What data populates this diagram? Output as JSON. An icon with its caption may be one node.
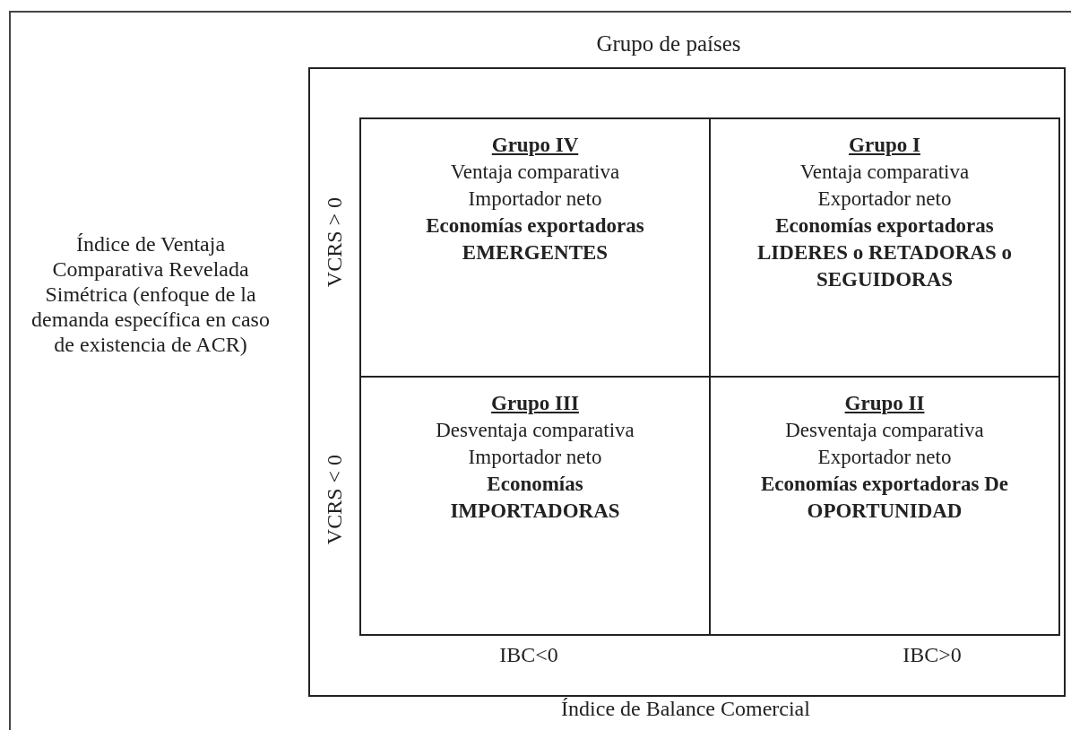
{
  "diagram": {
    "nodes": [
      {
        "text": [
          "Grupo de países"
        ]
      },
      {
        "text": [
          "Grupo IV",
          "Ventaja comparativa",
          "Importador neto",
          "Economías exportadoras EMERGENTES"
        ],
        "in": 0
      },
      {
        "text": [
          "Grupo I",
          "Ventaja comparativa",
          "Exportador neto",
          "Economías exportadoras LIDERES o RETADORAS o SEGUIDORAS"
        ],
        "in": 0
      },
      {
        "text": [
          "Grupo III",
          "Desventaja comparativa",
          "Importador neto",
          "Economías IMPORTADORAS"
        ],
        "in": 0
      },
      {
        "text": [
          "Grupo II",
          "Desventaja comparativa",
          "Exportador neto",
          "Economías exportadoras De OPORTUNIDAD"
        ],
        "in": 0
      }
    ],
    "labels": [
      "Índice de Ventaja Comparativa Revelada Simétrica (enfoque de la demanda específica en caso de existencia de ACR)",
      "VCRS > 0",
      "VCRS < 0",
      "IBC<0",
      "IBC>0",
      "Índice de Balance Comercial"
    ]
  }
}
